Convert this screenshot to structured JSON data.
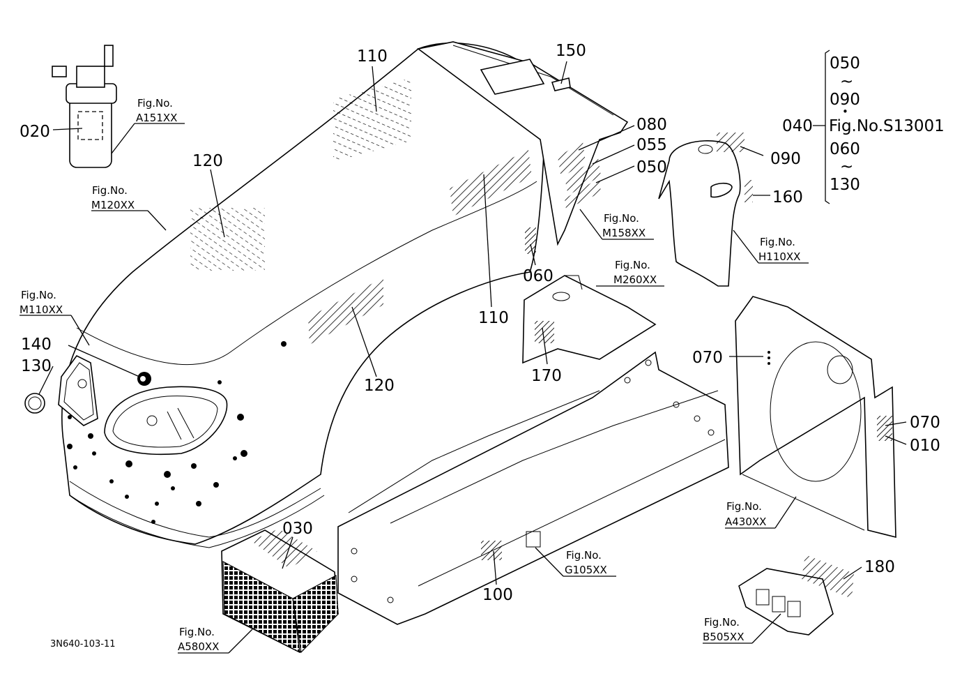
{
  "diagram": {
    "drawing_code": "3N640-103-11",
    "callouts": [
      {
        "id": "c020",
        "text": "020"
      },
      {
        "id": "c110a",
        "text": "110"
      },
      {
        "id": "c110b",
        "text": "110"
      },
      {
        "id": "c120a",
        "text": "120"
      },
      {
        "id": "c120b",
        "text": "120"
      },
      {
        "id": "c150",
        "text": "150"
      },
      {
        "id": "c080",
        "text": "080"
      },
      {
        "id": "c055",
        "text": "055"
      },
      {
        "id": "c050",
        "text": "050"
      },
      {
        "id": "c090",
        "text": "090"
      },
      {
        "id": "c160",
        "text": "160"
      },
      {
        "id": "c060",
        "text": "060"
      },
      {
        "id": "c140",
        "text": "140"
      },
      {
        "id": "c130",
        "text": "130"
      },
      {
        "id": "c170",
        "text": "170"
      },
      {
        "id": "c070a",
        "text": "070"
      },
      {
        "id": "c070b",
        "text": "070"
      },
      {
        "id": "c010",
        "text": "010"
      },
      {
        "id": "c030",
        "text": "030"
      },
      {
        "id": "c100",
        "text": "100"
      },
      {
        "id": "c180",
        "text": "180"
      }
    ],
    "fig_refs": [
      {
        "id": "fA151",
        "label": "Fig.No.",
        "code": "A151XX"
      },
      {
        "id": "fM120",
        "label": "Fig.No.",
        "code": "M120XX"
      },
      {
        "id": "fM110",
        "label": "Fig.No.",
        "code": "M110XX"
      },
      {
        "id": "fM158",
        "label": "Fig.No.",
        "code": "M158XX"
      },
      {
        "id": "fH110",
        "label": "Fig.No.",
        "code": "H110XX"
      },
      {
        "id": "fM260",
        "label": "Fig.No.",
        "code": "M260XX"
      },
      {
        "id": "fA430",
        "label": "Fig.No.",
        "code": "A430XX"
      },
      {
        "id": "fG105",
        "label": "Fig.No.",
        "code": "G105XX"
      },
      {
        "id": "fA580",
        "label": "Fig.No.",
        "code": "A580XX"
      },
      {
        "id": "fB505",
        "label": "Fig.No.",
        "code": "B505XX"
      }
    ],
    "bracket_note": {
      "range1_start": "050",
      "range1_tilde": "~",
      "range1_end": "090",
      "dot": "•",
      "ref_num": "040",
      "ref_fig": "Fig.No.S13001",
      "range2_start": "060",
      "range2_tilde": "~",
      "range2_end": "130"
    }
  }
}
